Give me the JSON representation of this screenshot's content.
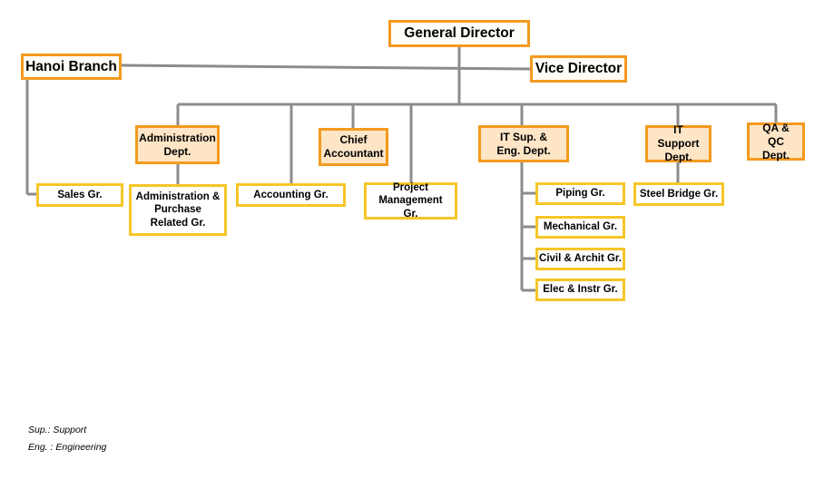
{
  "nodes": {
    "general_director": "General Director",
    "vice_director": "Vice Director",
    "hanoi_branch": "Hanoi Branch",
    "admin_dept": "Administration Dept.",
    "chief_accountant": "Chief Accountant",
    "it_eng_dept": "IT Sup. & Eng. Dept.",
    "it_support_dept": "IT Support Dept.",
    "qa_qc_dept": "QA & QC Dept.",
    "sales_gr": "Sales Gr.",
    "admin_purchase_gr": "Administration & Purchase Related Gr.",
    "accounting_gr": "Accounting Gr.",
    "project_mgmt_gr": "Project Management Gr.",
    "piping_gr": "Piping Gr.",
    "mechanical_gr": "Mechanical Gr.",
    "civil_archit_gr": "Civil & Archit Gr.",
    "elec_instr_gr": "Elec & Instr Gr.",
    "steel_bridge_gr": "Steel Bridge Gr."
  },
  "notes": {
    "sup": "Sup.: Support",
    "eng": "Eng. : Engineering"
  },
  "colors": {
    "line": "#8C8C8C",
    "dept_border": "#F39A1E",
    "dept_fill": "#FDE5C6",
    "group_border": "#F6C628"
  }
}
